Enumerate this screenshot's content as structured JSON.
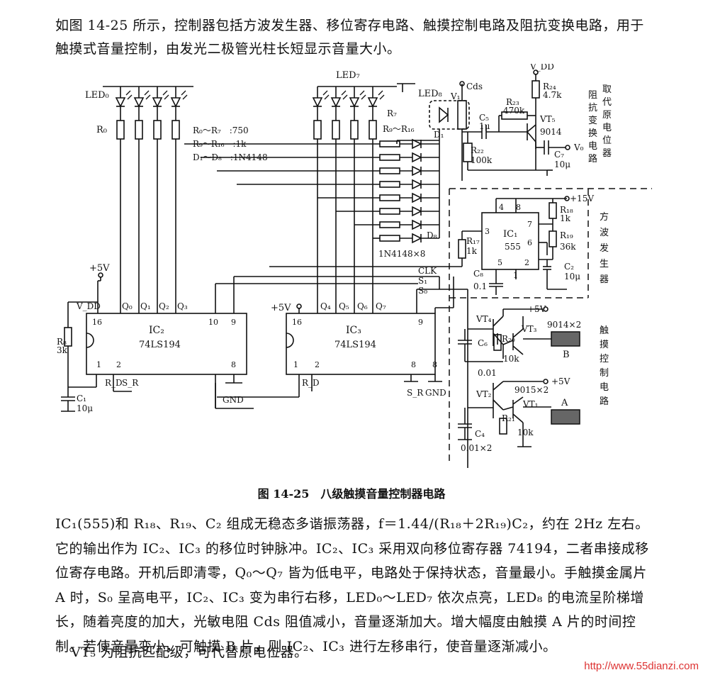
{
  "intro": "如图 14-25 所示，控制器包括方波发生器、移位寄存电路、触摸控制电路及阻抗变换电路，用于触摸式音量控制，由发光二极管光柱长短显示音量大小。",
  "caption": "图 14-25　八级触摸音量控制器电路",
  "body": "IC₁(555)和 R₁₈、R₁₉、C₂ 组成无稳态多谐振荡器，f＝1.44/(R₁₈＋2R₁₉)C₂，约在 2Hz 左右。它的输出作为 IC₂、IC₃ 的移位时钟脉冲。IC₂、IC₃ 采用双向移位寄存器 74194，二者串接成移位寄存电路。开机后即清零，Q₀～Q₇ 皆为低电平，电路处于保持状态，音量最小。手触摸金属片 A 时，S₀ 呈高电平，IC₂、IC₃ 变为串行右移，LED₀～LED₇ 依次点亮，LED₈ 的电流呈阶梯增长，随着亮度的加大，光敏电阻 Cds 阻值减小，音量逐渐加大。增大幅度由触摸 A 片的时间控制。若使音量变小，可触摸 B 片，则 IC₂、IC₃ 进行左移串行，使音量逐渐减小。",
  "footer": "VT₅ 为阻抗匹配级，可代替原电位器。",
  "watermark": "http://www.55dianzi.com",
  "diagram": {
    "labels": {
      "led0": "LED₀",
      "led7": "LED₇",
      "led8": "LED₈",
      "r0": "R₀",
      "spec1": "R₀～R₇　:750",
      "spec2": "R₉～R₁₆　:1k",
      "spec3": "D₁～D₈　:1N4148",
      "r7": "R₇",
      "r9r16": "R₉～R₁₆",
      "d1": "D₁",
      "d8": "D₈",
      "diodes": "1N4148×8",
      "cds": "Cds",
      "v1": "V₁",
      "c5": "C₅",
      "c5v": "1μ",
      "r22": "R₂₂",
      "r22v": "100k",
      "r23": "R₂₃",
      "r23v": "470k",
      "vdd_top": "V_DD",
      "r24": "R₂₄",
      "r24v": "4.7k",
      "vt5": "VT₅",
      "vt5v": "9014",
      "c7": "C₇",
      "c7v": "10μ",
      "vo": "V₀",
      "plus15": "+15V",
      "r18": "R₁₈",
      "r18v": "1k",
      "r19": "R₁₉",
      "r19v": "36k",
      "ic1": "IC₁",
      "ic1v": "555",
      "r17": "R₁₇",
      "r17v": "1k",
      "c2": "C₂",
      "c2v": "10μ",
      "c8": "C₈",
      "c8v": "0.1",
      "clk": "CLK",
      "s1": "S₁",
      "s0": "S₀",
      "plus5a": "+5V",
      "vdd2": "V_DD",
      "q0": "Q₀",
      "q1": "Q₁",
      "q2": "Q₂",
      "q3": "Q₃",
      "ic2": "IC₂",
      "ic2v": "74LS194",
      "r8": "R₈",
      "r8v": "3k",
      "rd": "R_D",
      "sr": "S_R",
      "c1": "C₁",
      "c1v": "10μ",
      "gnd1": "GND",
      "plus5b": "+5V",
      "q4": "Q₄",
      "q5": "Q₅",
      "q6": "Q₆",
      "q7": "Q₇",
      "ic3": "IC₃",
      "ic3v": "74LS194",
      "rd3": "R_D",
      "sr3": "S_R",
      "gnd2": "GND",
      "vt4": "VT₄",
      "plus5c": "+5V",
      "vt3": "VT₃",
      "vt34v": "9014×2",
      "c6": "C₆",
      "r20": "R₂₀",
      "r20v": "10k",
      "c6v": "0.01",
      "padb": "B",
      "vt2": "VT₂",
      "vt12v": "9015×2",
      "plus5d": "+5V",
      "vt1": "VT₁",
      "r21": "R₂₁",
      "r21v": "10k",
      "c4": "C₄",
      "c4v": "0.01×2",
      "pada": "A",
      "p16a": "16",
      "p10a": "10",
      "p9a": "9",
      "p1a": "1",
      "p2a": "2",
      "p8a": "8",
      "p16b": "16",
      "p1b": "1",
      "p2b": "2",
      "p8b": "8",
      "p9b": "9",
      "p8c": "8",
      "p4": "4",
      "p8d": "8",
      "p3": "3",
      "p7": "7",
      "p6": "6",
      "p5": "5",
      "p2c": "2",
      "p1c": "1"
    },
    "sections": {
      "impedance": [
        "阻",
        "抗",
        "变",
        "换",
        "电",
        "路"
      ],
      "replace": [
        "取",
        "代",
        "原",
        "电",
        "位",
        "器"
      ],
      "square": [
        "方",
        "波",
        "发",
        "生",
        "器"
      ],
      "touch": [
        "触",
        "摸",
        "控",
        "制",
        "电",
        "路"
      ]
    }
  }
}
